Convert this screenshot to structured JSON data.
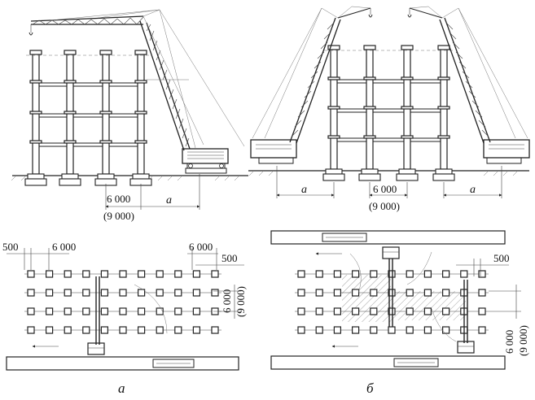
{
  "labels": {
    "left_elev_dim_main": "6 000",
    "left_elev_dim_alt": "(9 000)",
    "left_elev_dim_a": "a",
    "right_elev_dim_a_left": "a",
    "right_elev_dim_a_right": "a",
    "right_elev_dim_main": "6 000",
    "right_elev_dim_alt": "(9 000)",
    "left_plan_dim_500_top": "500",
    "left_plan_dim_6000_top_left": "6 000",
    "left_plan_dim_6000_top_right": "6 000",
    "left_plan_dim_500_right": "500",
    "left_plan_dim_6000_vert": "6 000",
    "left_plan_dim_9000_vert": "(9 000)",
    "right_plan_dim_500": "500",
    "right_plan_dim_6000_vert": "6 000",
    "right_plan_dim_9000_vert": "(9 000)"
  },
  "captions": {
    "left": "а",
    "right": "б"
  },
  "plan_grid": {
    "left_columns": 11,
    "left_rows": 4,
    "right_columns": 11,
    "right_rows": 4
  }
}
